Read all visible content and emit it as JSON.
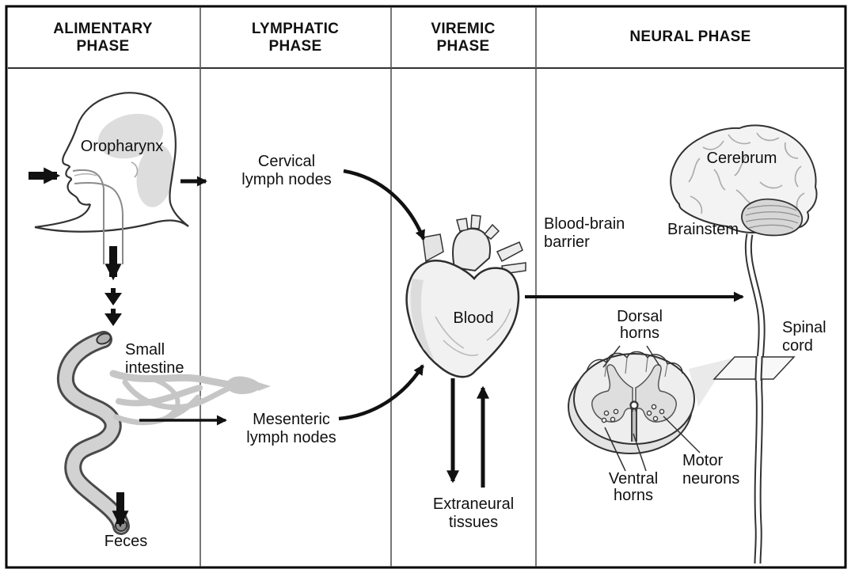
{
  "figure": {
    "type": "flow-diagram",
    "columns": [
      {
        "id": "alimentary",
        "header": "ALIMENTARY\nPHASE"
      },
      {
        "id": "lymphatic",
        "header": "LYMPHATIC\nPHASE"
      },
      {
        "id": "viremic",
        "header": "VIREMIC\nPHASE"
      },
      {
        "id": "neural",
        "header": "NEURAL PHASE"
      }
    ],
    "labels": {
      "oropharynx": "Oropharynx",
      "cervical_lymph_nodes": "Cervical\nlymph nodes",
      "small_intestine": "Small\nintestine",
      "mesenteric_lymph_nodes": "Mesenteric\nlymph nodes",
      "feces": "Feces",
      "blood": "Blood",
      "extraneural_tissues": "Extraneural\ntissues",
      "blood_brain_barrier": "Blood-brain\nbarrier",
      "brainstem": "Brainstem",
      "cerebrum": "Cerebrum",
      "spinal_cord": "Spinal\ncord",
      "dorsal_horns": "Dorsal\nhorns",
      "ventral_horns": "Ventral\nhorns",
      "motor_neurons": "Motor\nneurons"
    },
    "colors": {
      "ink": "#111111",
      "outline": "#333333",
      "organ_fill": "#f0f0f0",
      "organ_shade": "#dddddd",
      "lymph_vessel": "#c6c6c6",
      "intestine_fill": "#d2d2d2",
      "frame": "#000000",
      "background": "#ffffff"
    }
  }
}
